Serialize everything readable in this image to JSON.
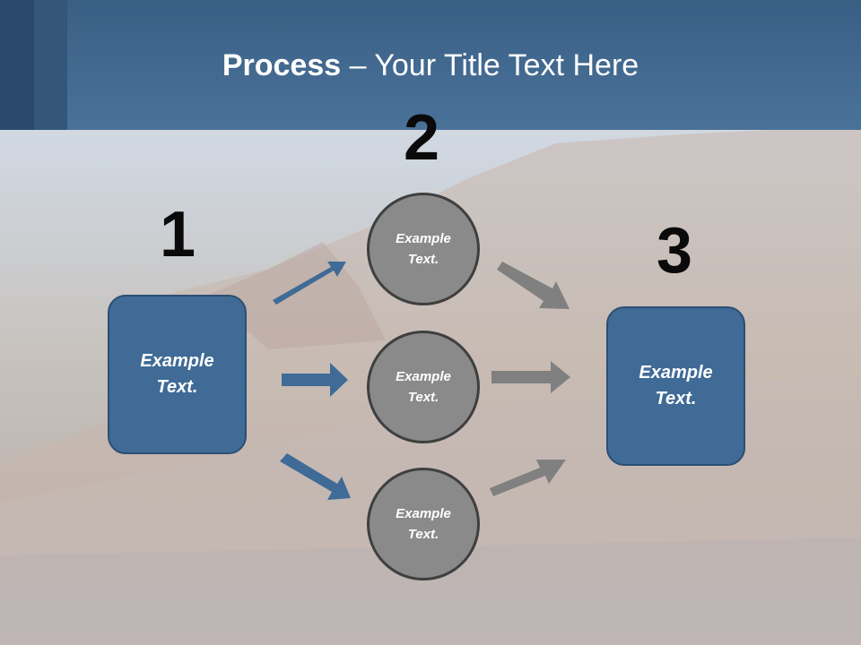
{
  "title": {
    "bold": "Process",
    "rest": " – Your Title Text Here"
  },
  "steps": [
    {
      "number": "1",
      "text_line1": "Example",
      "text_line2": "Text."
    },
    {
      "number": "2"
    },
    {
      "number": "3",
      "text_line1": "Example",
      "text_line2": "Text."
    }
  ],
  "circles": [
    {
      "text_line1": "Example",
      "text_line2": "Text."
    },
    {
      "text_line1": "Example",
      "text_line2": "Text."
    },
    {
      "text_line1": "Example",
      "text_line2": "Text."
    }
  ],
  "colors": {
    "header": "#4a7299",
    "box_fill": "#3f6b96",
    "circle_fill": "#8a8a8a",
    "arrow_blue": "#3f6b96",
    "arrow_gray": "#808080"
  }
}
